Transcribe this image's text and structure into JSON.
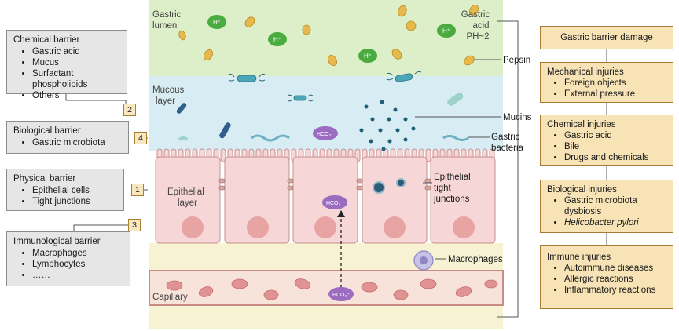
{
  "left": {
    "chemical": {
      "title": "Chemical barrier",
      "items": [
        "Gastric acid",
        "Mucus",
        "Surfactant phospholipids",
        "Others"
      ],
      "tag": "2"
    },
    "biological": {
      "title": "Biological barrier",
      "items": [
        "Gastric microbiota"
      ],
      "tag": "4"
    },
    "physical": {
      "title": "Physical barrier",
      "items": [
        "Epithelial cells",
        "Tight junctions"
      ],
      "tag": "1"
    },
    "immunological": {
      "title": "Immunological barrier",
      "items": [
        "Macrophages",
        "Lymphocytes",
        "……"
      ],
      "tag": "3"
    }
  },
  "center": {
    "lumen_label": [
      "Gastric",
      "lumen"
    ],
    "acid_label": [
      "Gastric",
      "acid",
      "PH~2"
    ],
    "hplus": "H⁺",
    "hco3": "HCO₃⁻",
    "pepsin": "Pepsin",
    "mucous_label": [
      "Mucous",
      "layer"
    ],
    "mucins": "Mucins",
    "bacteria_label": [
      "Gastric",
      "bacteria"
    ],
    "epithelial_label": [
      "Epithelial",
      "layer"
    ],
    "tight_label": [
      "Epithelial",
      "tight",
      "junctions"
    ],
    "macrophages": "Macrophages",
    "capillary": "Capillary"
  },
  "right": {
    "title": "Gastric barrier damage",
    "mechanical": {
      "title": "Mechanical injuries",
      "items": [
        "Foreign objects",
        "External pressure"
      ]
    },
    "chemical": {
      "title": "Chemical injuries",
      "items": [
        "Gastric acid",
        "Bile",
        "Drugs and chemicals"
      ]
    },
    "biological": {
      "title": "Biological injuries",
      "items": [
        "Gastric microbiota dysbiosis",
        "Helicobacter pylori"
      ]
    },
    "immune": {
      "title": "Immune injuries",
      "items": [
        "Autoimmune diseases",
        "Allergic reactions",
        "Inflammatory reactions"
      ]
    }
  },
  "colors": {
    "lumen": "#dcefc9",
    "mucous": "#d8ecf3",
    "epithelium": "#f6d6d6",
    "submucosa": "#f6f2d2",
    "capillary": "#f8e3db",
    "damage_box": "#f7e3b5"
  }
}
